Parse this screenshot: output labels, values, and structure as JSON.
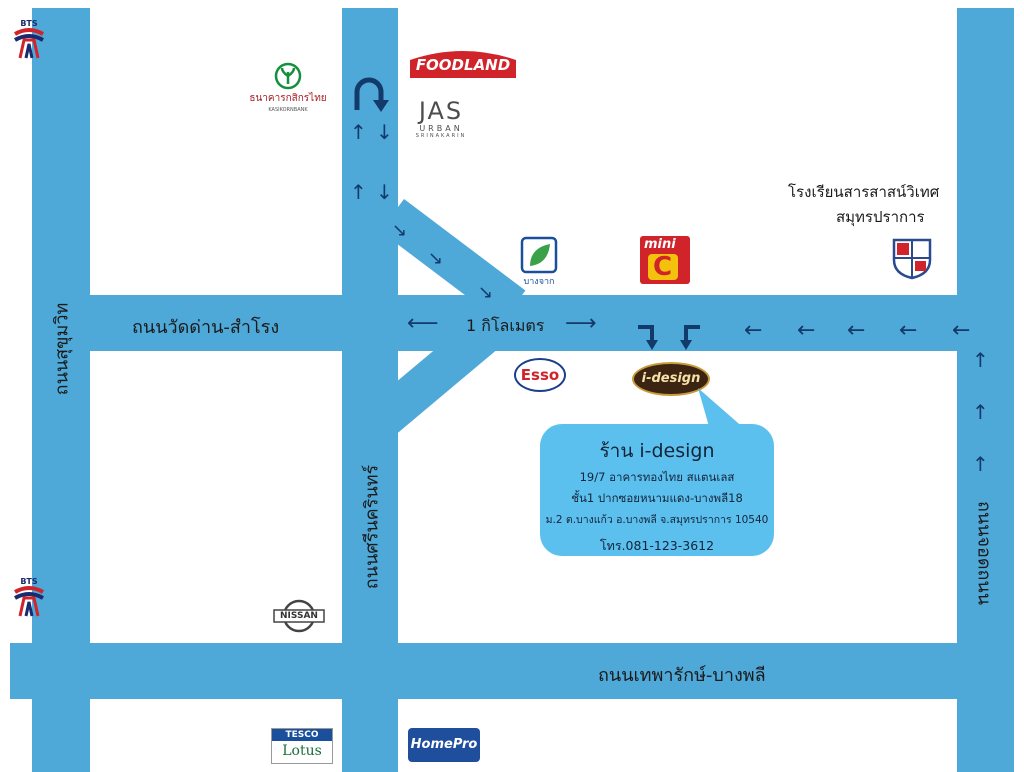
{
  "roads": {
    "sukhumvit": "ถนนสุขุมวิท",
    "wat_dan_samrong": "ถนนวัดด่าน-สำโรง",
    "srinakarin": "ถนนศรีนครินทร์",
    "thepharak_bang_phli": "ถนนเทพารักษ์-บางพลี",
    "right_road": "ถนนจอดถนน"
  },
  "distance_label": "1 กิโลเมตร",
  "school": {
    "line1": "โรงเรียนสารสาสน์วิเทศ",
    "line2": "สมุทรปราการ"
  },
  "store": {
    "name": "ร้าน i-design",
    "address1": "19/7 อาคารทองไทย สแตนเลส",
    "address2": "ชั้น1 ปากซอยหนามแดง-บางพลี18",
    "address3": "ม.2 ต.บางแก้ว อ.บางพลี จ.สมุทรปราการ 10540",
    "phone": "โทร.081-123-3612"
  },
  "landmarks": {
    "bts": "BTS",
    "kbank_th": "ธนาคารกสิกรไทย",
    "kbank_en": "KASIKORNBANK",
    "foodland": "FOODLAND",
    "jas": "JAS",
    "jas_urban": "URBAN",
    "jas_sub": "SRINAKARIN",
    "bangchak": "บางจาก",
    "mini": "mini",
    "big_c": "C",
    "esso": "Esso",
    "idesign_logo": "i-design",
    "nissan": "NISSAN",
    "tesco": "TESCO",
    "lotus": "Lotus",
    "homepro": "HomePro"
  },
  "colors": {
    "road": "#4ea8d8",
    "callout": "#5bc0ee",
    "arrow": "#123a6b"
  }
}
